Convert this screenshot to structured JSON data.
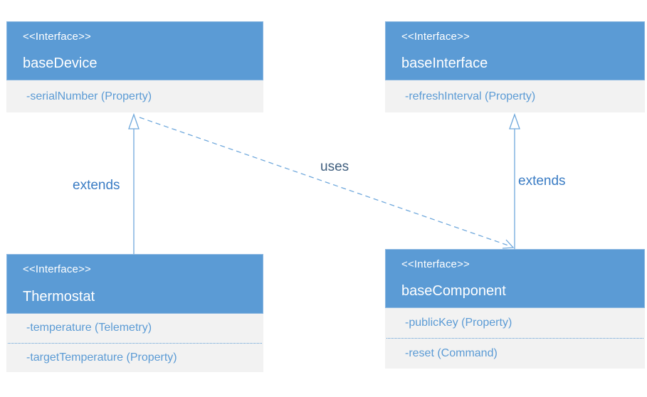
{
  "diagram": {
    "type": "uml-interface-diagram",
    "nodes": [
      {
        "id": "baseDevice",
        "stereotype": "<<Interface>>",
        "name": "baseDevice",
        "members": [
          "-serialNumber (Property)"
        ]
      },
      {
        "id": "baseInterface",
        "stereotype": "<<Interface>>",
        "name": "baseInterface",
        "members": [
          "-refreshInterval (Property)"
        ]
      },
      {
        "id": "Thermostat",
        "stereotype": "<<Interface>>",
        "name": "Thermostat",
        "members": [
          "-temperature (Telemetry)",
          "-targetTemperature (Property)"
        ]
      },
      {
        "id": "baseComponent",
        "stereotype": "<<Interface>>",
        "name": "baseComponent",
        "members": [
          "-publicKey (Property)",
          "-reset (Command)"
        ]
      }
    ],
    "edges": [
      {
        "from": "Thermostat",
        "to": "baseDevice",
        "label": "extends",
        "line": "solid",
        "arrowhead": "hollow-triangle"
      },
      {
        "from": "baseComponent",
        "to": "baseInterface",
        "label": "extends",
        "line": "solid",
        "arrowhead": "hollow-triangle"
      },
      {
        "from": "baseDevice",
        "to": "baseComponent",
        "label": "uses",
        "line": "dashed",
        "arrowhead": "open"
      }
    ],
    "colors": {
      "header_bg": "#5b9bd5",
      "header_border": "#8ab6e0",
      "header_text": "#ffffff",
      "body_bg": "#f2f2f2",
      "member_text": "#5b9bd5",
      "line": "#6fa8dc",
      "extends_label": "#3a7cc4",
      "uses_label": "#3f5e7e"
    }
  }
}
